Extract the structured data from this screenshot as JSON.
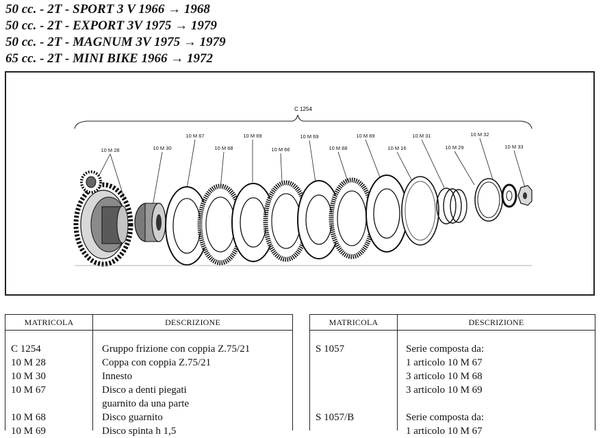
{
  "headings": [
    "50 cc. - 2T - SPORT 3 V 1966 → 1968",
    "50 cc. - 2T - EXPORT 3V 1975 → 1979",
    "50 cc. - 2T - MAGNUM 3V 1975 → 1979",
    "65 cc. - 2T - MINI BIKE 1966 → 1972"
  ],
  "diagram": {
    "assembly_label": "C 1254",
    "part_labels": [
      "10 M 28",
      "10 M 30",
      "10 M 67",
      "10 M 68",
      "10 M 69",
      "10 M 66",
      "10 M 69",
      "10 M 68",
      "10 M 69",
      "10 M 16",
      "10 M 31",
      "10 M 29",
      "10 M 32",
      "10 M 33"
    ]
  },
  "table_left": {
    "headers": {
      "code": "MATRICOLA",
      "desc": "DESCRIZIONE"
    },
    "rows": [
      {
        "code": "C 1254",
        "desc": "Gruppo frizione con coppia Z.75/21"
      },
      {
        "code": "10 M 28",
        "desc": "Coppa con coppia Z.75/21"
      },
      {
        "code": "10 M 30",
        "desc": "Innesto"
      },
      {
        "code": "10 M 67",
        "desc": "Disco a denti piegati"
      },
      {
        "code": "",
        "desc": "guarnito da una parte"
      },
      {
        "code": "10 M 68",
        "desc": "Disco guarnito"
      },
      {
        "code": "10 M 69",
        "desc": "Disco spinta h 1,5"
      }
    ]
  },
  "table_right": {
    "headers": {
      "code": "MATRICOLA",
      "desc": "DESCRIZIONE"
    },
    "rows": [
      {
        "code": "S 1057",
        "desc": "Serie composta da:"
      },
      {
        "code": "",
        "desc": "1 articolo 10 M 67"
      },
      {
        "code": "",
        "desc": "3 articolo 10 M 68"
      },
      {
        "code": "",
        "desc": "3 articolo 10 M 69"
      },
      {
        "code": "",
        "desc": ""
      },
      {
        "code": "S 1057/B",
        "desc": "Serie composta da:"
      },
      {
        "code": "",
        "desc": "1 articolo 10 M 67"
      }
    ]
  }
}
